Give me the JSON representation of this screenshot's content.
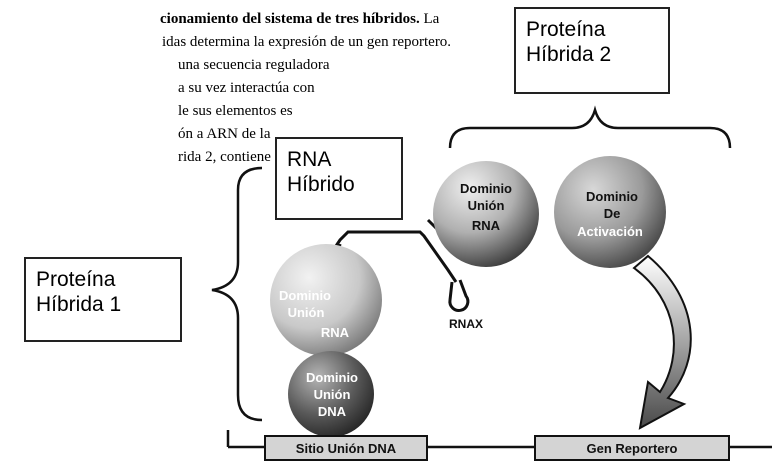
{
  "caption": {
    "lines": [
      {
        "bold": "cionamiento del sistema de tres híbridos.",
        "text": " La"
      },
      {
        "bold": "",
        "text": "idas determina la expresión de un gen reportero."
      },
      {
        "bold": "",
        "text": "una secuencia reguladora"
      },
      {
        "bold": "",
        "text": "a su vez interactúa con"
      },
      {
        "bold": "",
        "text": "le sus elementos es"
      },
      {
        "bold": "",
        "text": "ón a ARN de la"
      },
      {
        "bold": "",
        "text": "rida 2, contiene"
      }
    ]
  },
  "labels": {
    "protein2": [
      "Proteína",
      "Híbrida 2"
    ],
    "rna_hybrid": [
      "RNA",
      "Híbrido"
    ],
    "protein1": [
      "Proteína",
      "Híbrida 1"
    ]
  },
  "spheres": {
    "binding_rna_right": [
      "Dominio",
      "Unión",
      "RNA"
    ],
    "activation": [
      "Dominio",
      "De",
      "Activación"
    ],
    "binding_rna_left": [
      "Dominio",
      "Unión",
      "RNA"
    ],
    "binding_dna": [
      "Dominio",
      "Unión",
      "DNA"
    ]
  },
  "rnax_label": "RNAX",
  "dna_boxes": {
    "site": "Sitio Unión DNA",
    "reporter": "Gen Reportero"
  },
  "colors": {
    "stroke": "#111111",
    "sphere_light": "#e6e6e6",
    "sphere_dark": "#3a3a3a",
    "sphere_text_on_dark": "#ffffff",
    "sphere_text_on_light": "#111111"
  }
}
